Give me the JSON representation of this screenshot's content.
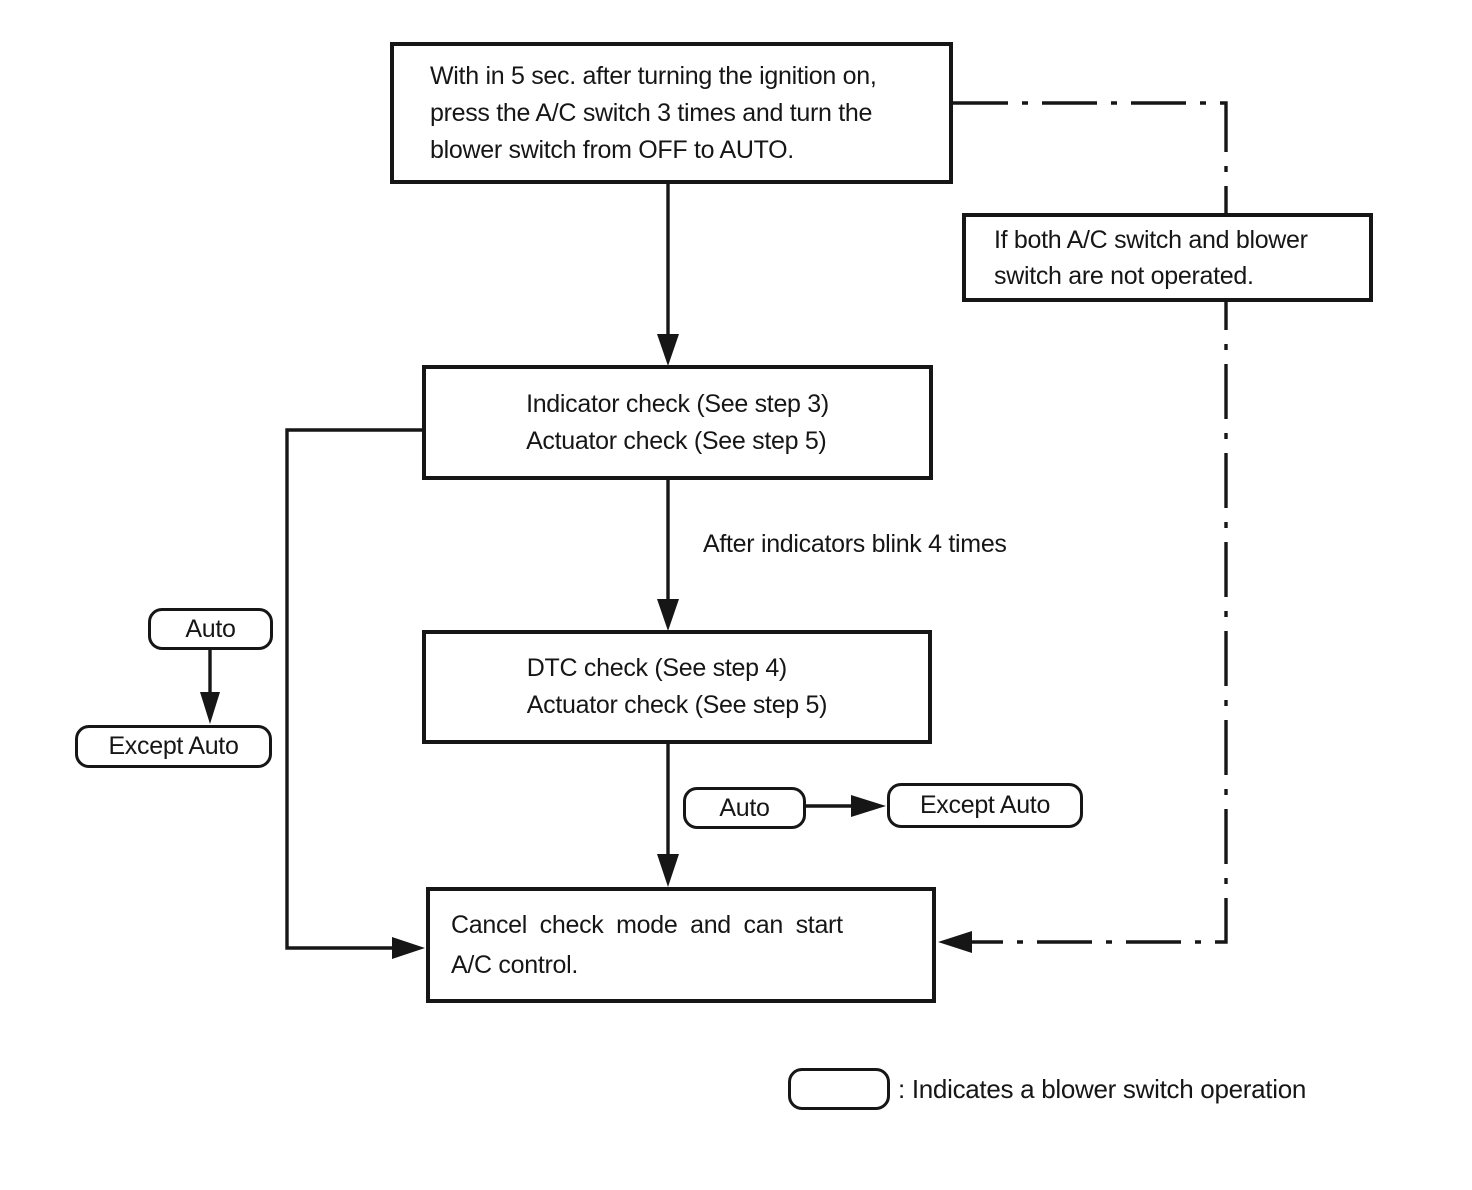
{
  "colors": {
    "background": "#ffffff",
    "ink": "#161616"
  },
  "nodes": {
    "start": {
      "lines": [
        "With in 5 sec. after turning the ignition on,",
        "press the A/C switch 3 times and turn the",
        "blower switch from OFF to AUTO."
      ]
    },
    "not_operated": {
      "lines": [
        "If both A/C switch and blower",
        "switch are not operated."
      ]
    },
    "indicator_check": {
      "lines": [
        "Indicator check (See step 3)",
        "Actuator check (See step 5)"
      ]
    },
    "dtc_check": {
      "lines": [
        "DTC check (See step 4)",
        "Actuator check (See step 5)"
      ]
    },
    "cancel": {
      "lines": [
        "Cancel check mode and can start",
        "A/C control."
      ]
    },
    "auto_left": {
      "label": "Auto"
    },
    "except_auto_left": {
      "label": "Except Auto"
    },
    "auto_mid": {
      "label": "Auto"
    },
    "except_auto_mid": {
      "label": "Except Auto"
    }
  },
  "annotations": {
    "after_blink": "After indicators blink 4 times",
    "legend": ": Indicates a blower switch operation"
  }
}
